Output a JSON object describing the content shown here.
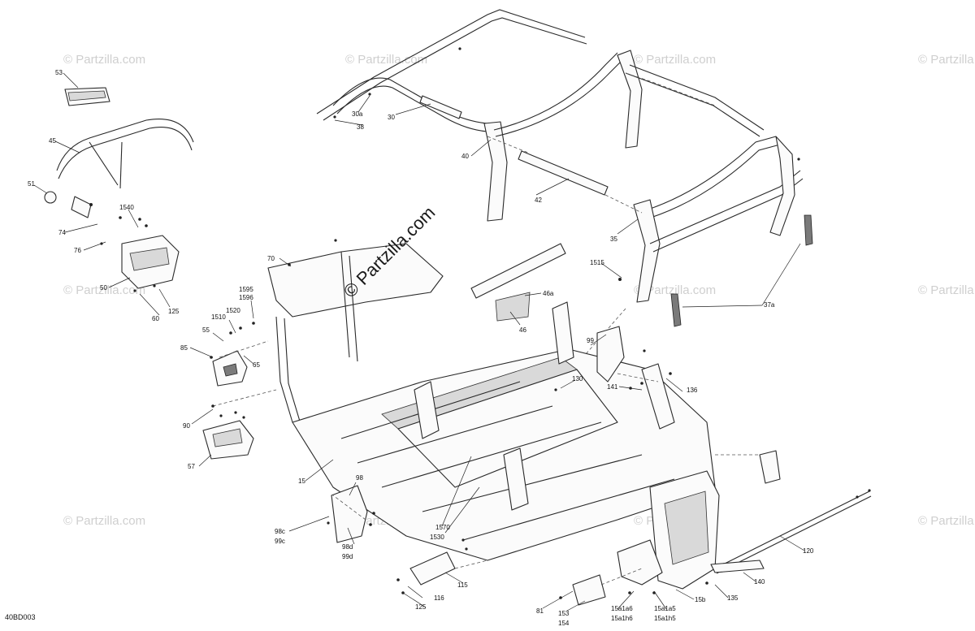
{
  "diagram_code": "40BD003",
  "watermark": {
    "center_text": "© Partzilla.com",
    "tile_text": "© Partzilla.com"
  },
  "callouts": [
    "53",
    "45",
    "51",
    "1540",
    "74",
    "76",
    "50",
    "60",
    "125",
    "30a",
    "38",
    "30",
    "40",
    "42",
    "35",
    "1515",
    "37a",
    "70",
    "1595",
    "1596",
    "1520",
    "1510",
    "55",
    "85",
    "65",
    "46a",
    "46",
    "99",
    "130",
    "141",
    "136",
    "90",
    "57",
    "15",
    "98",
    "98c",
    "99c",
    "98d",
    "99d",
    "1570",
    "1530",
    "115",
    "116",
    "125",
    "81",
    "153",
    "154",
    "15a1a6",
    "15a1h6",
    "15a1a5",
    "15a1h5",
    "15b",
    "135",
    "140",
    "120"
  ]
}
